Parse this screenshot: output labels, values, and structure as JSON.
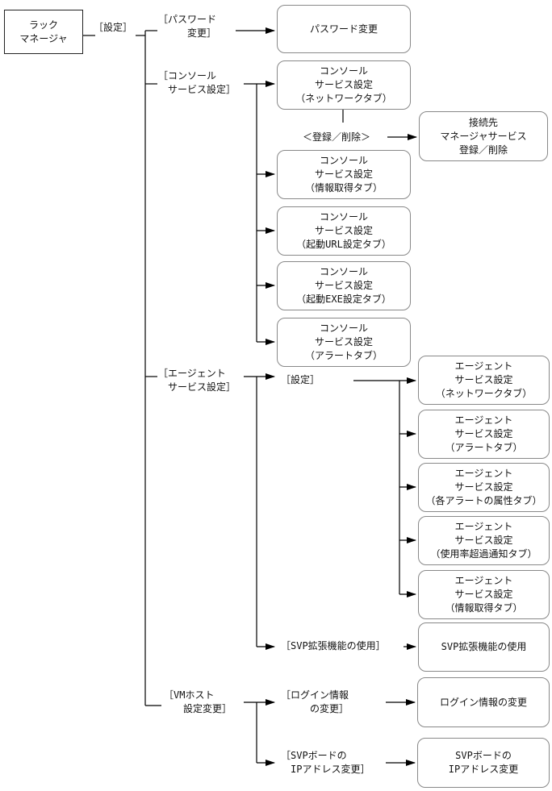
{
  "root": "ラック\nマネージャ",
  "settings_label": "［設定］",
  "password": {
    "label": "［パスワード\n　　　変更］",
    "box": "パスワード変更"
  },
  "console": {
    "label": "［コンソール\n　サービス設定］",
    "network_box": "コンソール\nサービス設定\n（ネットワークタブ）",
    "register_label": "＜登録／削除＞",
    "register_box": "接続先\nマネージャサービス\n登録／削除",
    "info_box": "コンソール\nサービス設定\n（情報取得タブ）",
    "url_box": "コンソール\nサービス設定\n（起動URL設定タブ）",
    "exe_box": "コンソール\nサービス設定\n（起動EXE設定タブ）",
    "alert_box": "コンソール\nサービス設定\n（アラートタブ）"
  },
  "agent": {
    "label": "［エージェント\n　サービス設定］",
    "settings_label": "［設定］",
    "network_box": "エージェント\nサービス設定\n（ネットワークタブ）",
    "alert_box": "エージェント\nサービス設定\n（アラートタブ）",
    "alert_attr_box": "エージェント\nサービス設定\n（各アラートの属性タブ）",
    "usage_box": "エージェント\nサービス設定\n（使用率超過通知タブ）",
    "info_box": "エージェント\nサービス設定\n（情報取得タブ）",
    "svp_label": "［SVP拡張機能の使用］",
    "svp_box": "SVP拡張機能の使用"
  },
  "vmhost": {
    "label": "［VMホスト\n　　設定変更］",
    "login_label": "［ログイン情報\n　　　の変更］",
    "login_box": "ログイン情報の変更",
    "svp_board_label": "［SVPボードの\n　IPアドレス変更］",
    "svp_board_box": "SVPボードの\nIPアドレス変更"
  }
}
